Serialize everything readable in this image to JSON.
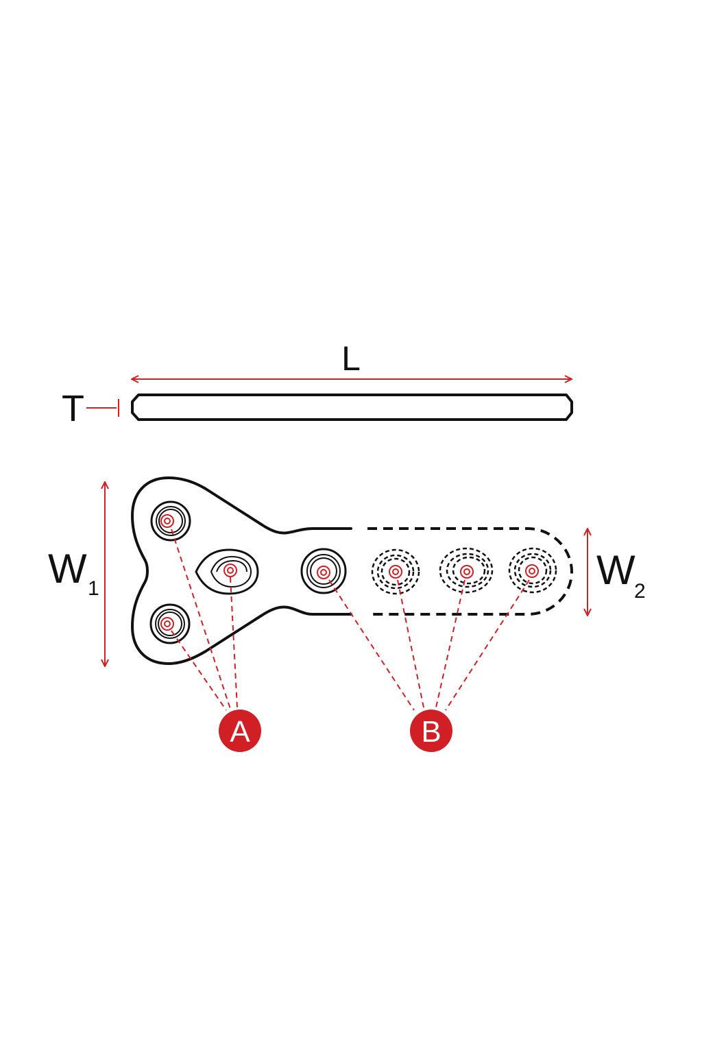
{
  "labels": {
    "length": "L",
    "thickness": "T",
    "width1_main": "W",
    "width1_sub": "1",
    "width2_main": "W",
    "width2_sub": "2",
    "callout_a": "A",
    "callout_b": "B"
  },
  "colors": {
    "accent": "#d11f26",
    "line": "#111111",
    "background": "#ffffff"
  }
}
